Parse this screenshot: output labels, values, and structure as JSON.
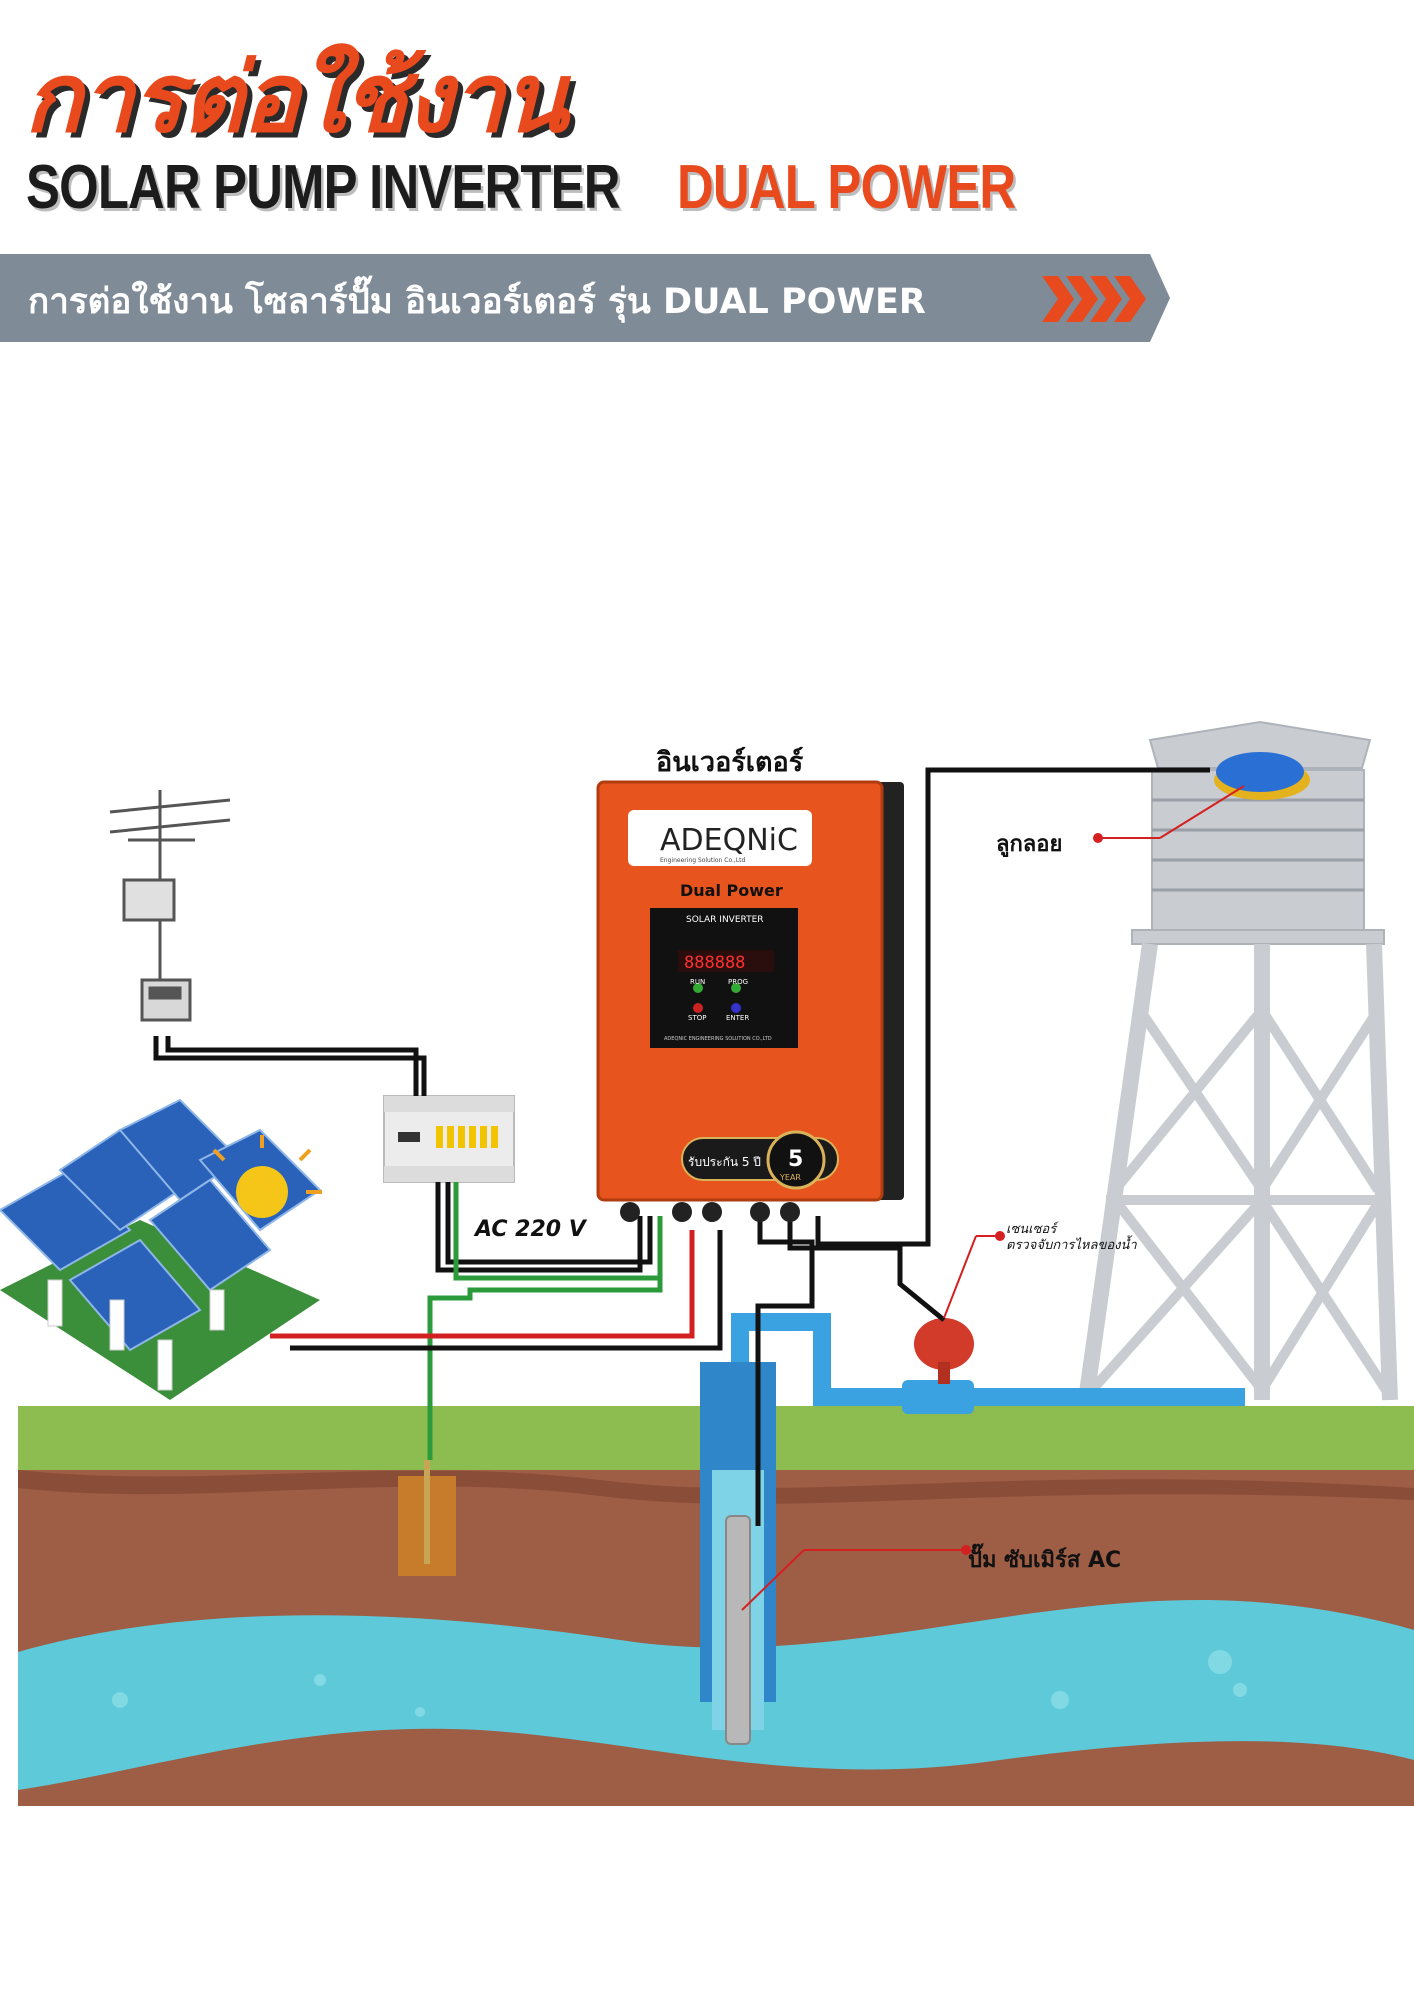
{
  "header": {
    "title_thai": "การต่อใช้งาน",
    "title_en_black": "SOLAR PUMP INVERTER",
    "title_en_orange": "DUAL POWER",
    "banner_text": "การต่อใช้งาน โซลาร์ปั๊ม อินเวอร์เตอร์ รุ่น DUAL POWER"
  },
  "diagram": {
    "inverter_label": "อินเวอร์เตอร์",
    "float_switch_label": "ลูกลอย",
    "pump_label": "ปั๊ม ซับเมิร์ส AC",
    "ac_label": "AC 220 V",
    "sensor_label_line1": "เซนเซอร์",
    "sensor_label_line2": "ตรวจจับการไหลของน้ำ"
  },
  "inverter": {
    "brand": "ADEQNiC",
    "brand_sub": "Engineering Solution Co.,Ltd",
    "model": "Dual Power",
    "panel_title": "SOLAR INVERTER",
    "display": "888888",
    "btn_run": "RUN",
    "btn_prog": "PROG",
    "btn_stop": "STOP",
    "btn_enter": "ENTER",
    "panel_footer": "ADEQNIC ENGINEERING SOLUTION CO.,LTD",
    "warranty_text": "รับประกัน 5 ปี",
    "warranty_badge_num": "5",
    "warranty_badge_word": "YEAR"
  },
  "colors": {
    "accent_orange": "#e8491d",
    "banner_gray": "#7f8b96",
    "ground_green": "#8dbd50",
    "soil": "#9e5d45",
    "water": "#5ec9d8"
  }
}
